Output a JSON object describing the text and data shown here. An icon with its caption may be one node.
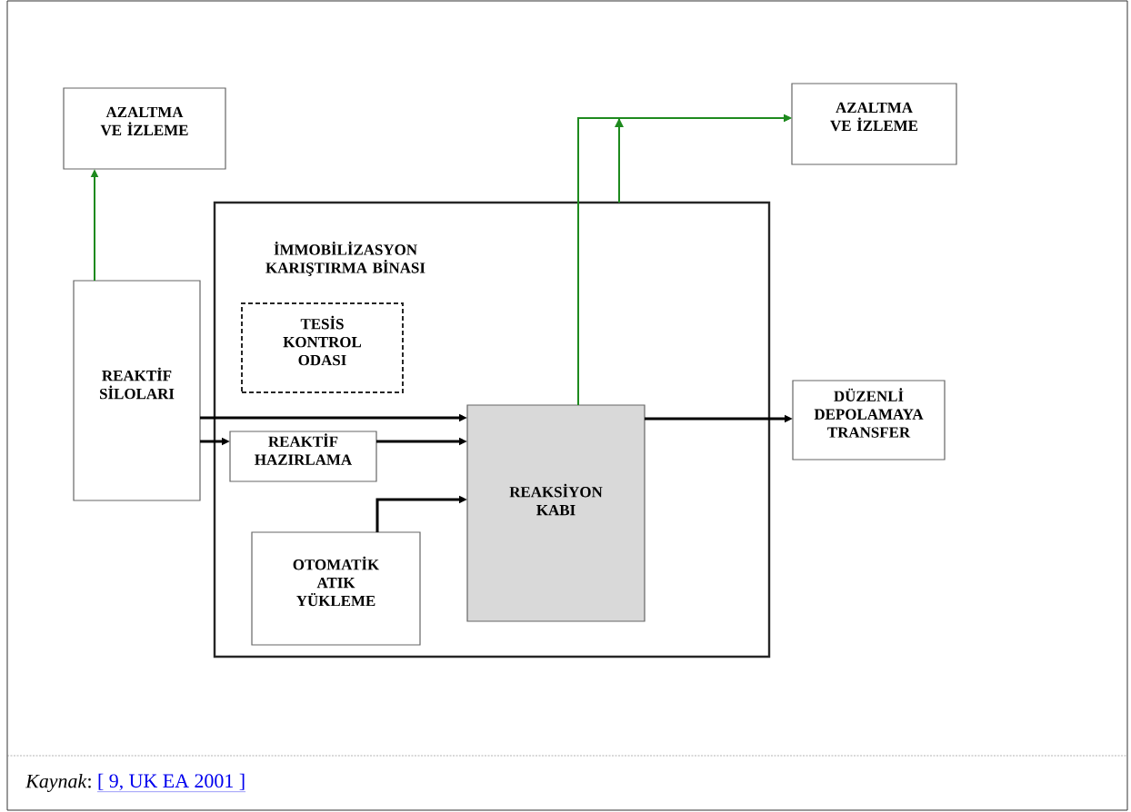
{
  "diagram": {
    "caption": "*Kaynak*:",
    "nodes": [
      {
        "text": [
          "AZALTMA VE İZLEME"
        ]
      },
      {
        "text": [
          "AZALTMA VE İZLEME"
        ]
      },
      {
        "text": [
          "İMMOBİLİZASYON KARIŞTIRMA BİNASI"
        ]
      },
      {
        "text": [
          "REAKTİF SİLOLARI"
        ]
      },
      {
        "text": [
          "TESİS KONTROL ODASI"
        ],
        "in": 2
      },
      {
        "text": [
          "REAKTİF HAZIRLAMA"
        ],
        "in": 2
      },
      {
        "text": [
          "REAKSİYON KABI"
        ],
        "in": 2
      },
      {
        "text": [
          "OTOMATİK ATIK YÜKLEME"
        ],
        "in": 2
      },
      {
        "text": [
          "DÜZENLİ DEPOLAMAYA TRANSFER"
        ]
      }
    ],
    "edges": [
      {
        "from": 3,
        "to": 0,
        "arrow": "to",
        "color": "#1e8a1e"
      },
      {
        "from": 6,
        "to": 1,
        "arrow": "to",
        "color": "#1e8a1e"
      },
      {
        "from": 2,
        "to": 1,
        "arrow": "to",
        "color": "#1e8a1e"
      },
      {
        "from": 3,
        "to": 6,
        "arrow": "to"
      },
      {
        "from": 3,
        "to": 5,
        "arrow": "to"
      },
      {
        "from": 5,
        "to": 6,
        "arrow": "to"
      },
      {
        "from": 7,
        "to": 6,
        "arrow": "to"
      },
      {
        "from": 6,
        "to": 8,
        "arrow": "to"
      }
    ],
    "labels": [
      "[ 9, UK EA 2001 ]"
    ]
  }
}
